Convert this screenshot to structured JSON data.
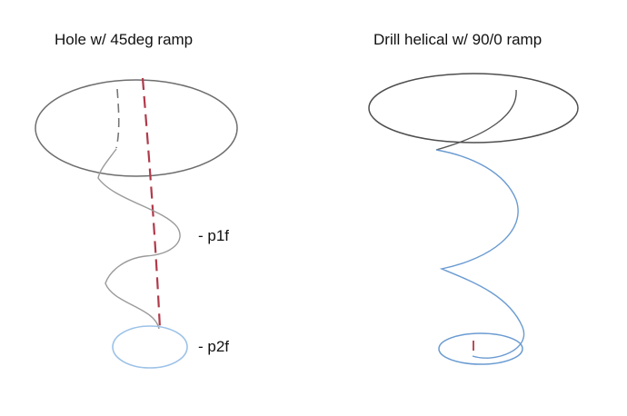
{
  "left_panel": {
    "title": "Hole w/ 45deg ramp",
    "markers": [
      {
        "label": "- p1f"
      },
      {
        "label": "- p2f"
      }
    ]
  },
  "right_panel": {
    "title": "Drill helical w/ 90/0 ramp"
  },
  "colors": {
    "outline_dark": "#6e6e6e",
    "path_gray": "#9a9a9a",
    "path_blue": "#6a9bd1",
    "path_blue_light": "#9cc2e8",
    "centerline_red": "#b03a4a",
    "text": "#111111"
  }
}
